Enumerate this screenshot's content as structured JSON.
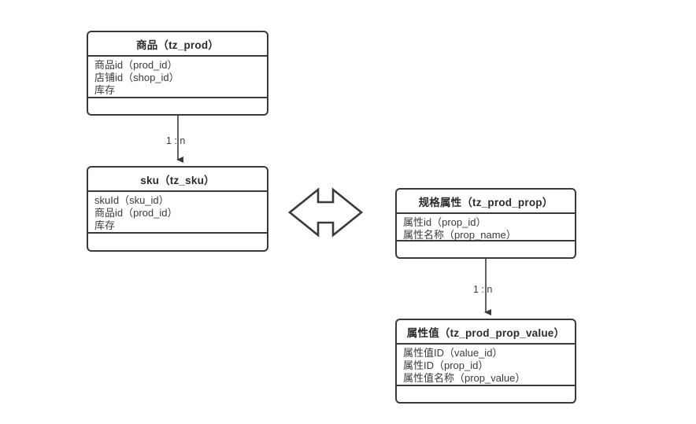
{
  "diagram": {
    "title_note": "",
    "background": "#ffffff",
    "line_color": "#3a3a3a",
    "text_color": "#3a3a3a",
    "entities": [
      {
        "id": "tz_prod",
        "name": "商品（tz_prod）",
        "fields": [
          "商品id（prod_id）",
          "店铺id（shop_id）",
          "库存"
        ],
        "footer": ""
      },
      {
        "id": "tz_sku",
        "name": "sku（tz_sku）",
        "fields": [
          "skuId（sku_id）",
          "商品id（prod_id）",
          "库存"
        ],
        "footer": ""
      },
      {
        "id": "tz_prod_prop",
        "name": "规格属性（tz_prod_prop）",
        "fields": [
          "属性id（prop_id）",
          "属性名称（prop_name）"
        ],
        "footer": ""
      },
      {
        "id": "tz_prod_prop_value",
        "name": "属性值（tz_prod_prop_value）",
        "fields": [
          "属性值ID（value_id）",
          "属性ID（prop_id）",
          "属性值名称（prop_value）"
        ],
        "footer": ""
      }
    ],
    "relations": [
      {
        "id": "prod-to-sku",
        "label": "1 : n",
        "from": "tz_prod",
        "to": "tz_sku"
      },
      {
        "id": "prop-to-prop-value",
        "label": "1 : n",
        "from": "tz_prod_prop",
        "to": "tz_prod_prop_value"
      },
      {
        "id": "sku-to-prop",
        "label": "",
        "from": "tz_sku",
        "to": "tz_prod_prop"
      }
    ]
  }
}
